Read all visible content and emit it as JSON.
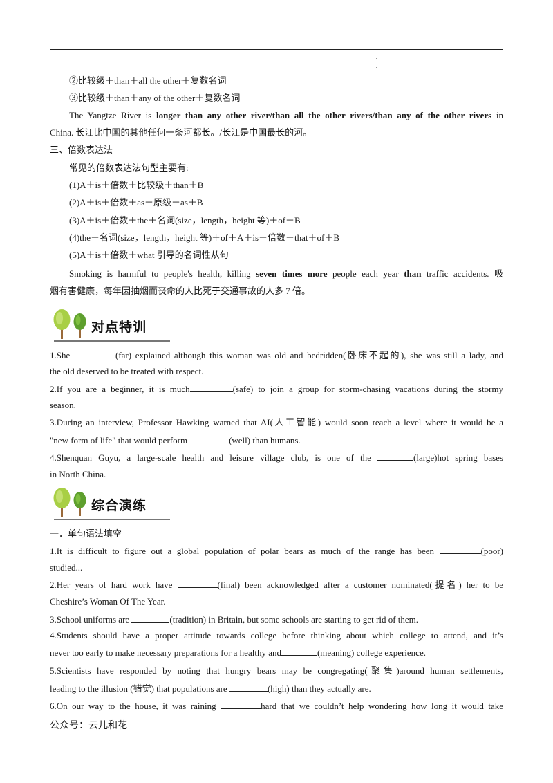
{
  "header": {
    "rule": true
  },
  "grammar": {
    "p2": "②比较级＋than＋all the other＋复数名词",
    "p3": "③比较级＋than＋any of the other＋复数名词",
    "ex1_a": "The Yangtze River is",
    "ex1_bold": "longer than any other river/than all the other rivers/than any of the other rivers",
    "ex1_b": "in",
    "ex1_line2": "China. 长江比中国的其他任何一条河都长。/长江是中国最长的河。",
    "sec3_title": "三、倍数表达法",
    "sec3_intro": "常见的倍数表达法句型主要有:",
    "pattern1": "(1)A＋is＋倍数＋比较级＋than＋B",
    "pattern2": "(2)A＋is＋倍数＋as＋原级＋as＋B",
    "pattern3": "(3)A＋is＋倍数＋the＋名词(size，length，height 等)＋of＋B",
    "pattern4": "(4)the＋名词(size，length，height  等)＋of＋A＋is＋倍数＋that＋of＋B",
    "pattern5": "(5)A＋is＋倍数＋what 引导的名词性从句",
    "ex2_a": "Smoking is harmful to people's health, killing",
    "ex2_bold1": "seven times more",
    "ex2_b": "people each year",
    "ex2_bold2": "than",
    "ex2_c": "traffic accidents. 吸",
    "ex2_line2": "烟有害健康，每年因抽烟而丧命的人比死于交通事故的人多 7 倍。"
  },
  "banner1": {
    "title": "对点特训"
  },
  "drill": {
    "q1_a": "1.She",
    "q1_b": "(far) explained although this woman was old and bedridden(卧床不起的), she was still a lady, and",
    "q1_line2": "the old deserved to be treated with respect.",
    "q2_a": "2.If you are a beginner, it is much",
    "q2_b": "(safe) to join a group for storm-chasing vacations during the stormy",
    "q2_line2": "season.",
    "q3_line1": "3.During an interview, Professor Hawking warned that AI(人工智能) would soon reach a level where it would be a",
    "q3_a": "\"new form of life\" that would perform",
    "q3_b": "(well) than humans.",
    "q4_a": "4.Shenquan Guyu, a large-scale health and leisure village club, is one of the",
    "q4_b": "(large)hot spring bases",
    "q4_line2": "in North China."
  },
  "banner2": {
    "title": "综合演练"
  },
  "practice": {
    "section_title": "一．单句语法填空",
    "q1_a": "1.It is difficult to figure out a global population of polar bears as much of the range has been",
    "q1_b": "(poor)",
    "q1_line2": "studied...",
    "q2_a": "2.Her years of hard work have",
    "q2_b": "(final) been acknowledged after a customer nominated(提名) her to be",
    "q2_line2": "Cheshire’s Woman Of The Year.",
    "q3_a": "3.School uniforms are",
    "q3_b": "(tradition) in Britain, but some schools are starting to get rid of them.",
    "q4_line1": "4.Students should have a proper attitude towards college before thinking about which college to attend, and it’s",
    "q4_a": "never too early to make necessary preparations for a healthy and",
    "q4_b": "(meaning) college experience.",
    "q5_line1": "5.Scientists have responded by noting that hungry bears may be congregating(聚集)around human settlements,",
    "q5_a": "leading to the illusion (错觉) that populations are",
    "q5_b": "(high) than they actually are.",
    "q6_a": "6.On our way to the house, it was raining",
    "q6_b": "hard that we couldn’t help wondering how long it would take"
  },
  "footer": {
    "text": "公众号：云儿和花"
  },
  "colors": {
    "tree_light": "#a8cf45",
    "tree_dark": "#5e9f2e",
    "trunk": "#9a6a3a",
    "rule": "#222222"
  }
}
